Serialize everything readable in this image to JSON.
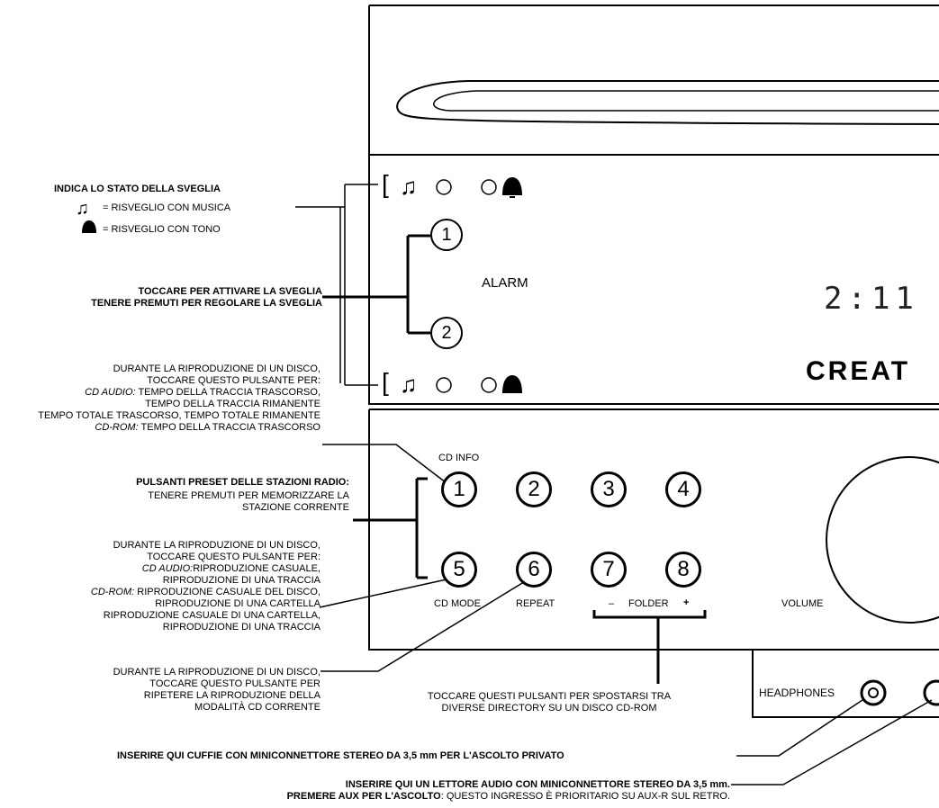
{
  "alarm_status": {
    "title": "INDICA LO STATO DELLA SVEGLIA",
    "music_label": "= RISVEGLIO CON MUSICA",
    "tone_label": "= RISVEGLIO CON TONO"
  },
  "alarm_touch": {
    "line1": "TOCCARE PER ATTIVARE LA SVEGLIA",
    "line2": "TENERE PREMUTI PER REGOLARE LA SVEGLIA"
  },
  "cd_info": {
    "line1": "DURANTE LA RIPRODUZIONE DI UN DISCO,",
    "line2": "TOCCARE QUESTO PULSANTE PER:",
    "line3_prefix": "CD AUDIO:",
    "line3_rest": " TEMPO DELLA TRACCIA TRASCORSO,",
    "line4": "TEMPO DELLA TRACCIA RIMANENTE",
    "line5": "TEMPO TOTALE TRASCORSO, TEMPO TOTALE RIMANENTE",
    "line6_prefix": "CD-ROM:",
    "line6_rest": " TEMPO DELLA TRACCIA TRASCORSO"
  },
  "presets": {
    "title": "PULSANTI PRESET DELLE STAZIONI RADIO:",
    "line2": "TENERE PREMUTI PER MEMORIZZARE LA",
    "line3": "STAZIONE CORRENTE"
  },
  "cd_mode": {
    "line1": "DURANTE LA RIPRODUZIONE DI UN DISCO,",
    "line2": "TOCCARE QUESTO PULSANTE PER:",
    "line3_prefix": "CD AUDIO:",
    "line3_rest": "RIPRODUZIONE CASUALE,",
    "line4": "RIPRODUZIONE DI UNA TRACCIA",
    "line5_prefix": "CD-ROM:",
    "line5_rest": " RIPRODUZIONE CASUALE DEL DISCO,",
    "line6": "RIPRODUZIONE DI UNA CARTELLA",
    "line7": "RIPRODUZIONE CASUALE DI UNA CARTELLA,",
    "line8": "RIPRODUZIONE DI UNA TRACCIA"
  },
  "repeat": {
    "line1": "DURANTE LA RIPRODUZIONE DI UN DISCO,",
    "line2": "TOCCARE QUESTO PULSANTE PER",
    "line3": "RIPETERE LA RIPRODUZIONE DELLA",
    "line4": "MODALITÀ CD CORRENTE"
  },
  "folder": {
    "line1": "TOCCARE QUESTI PULSANTI PER SPOSTARSI TRA",
    "line2": "DIVERSE DIRECTORY SU UN DISCO CD-ROM"
  },
  "headphones_note": "INSERIRE QUI CUFFIE CON MINICONNETTORE STEREO DA 3,5 mm PER L'ASCOLTO PRIVATO",
  "aux_note": {
    "line1": "INSERIRE QUI UN LETTORE AUDIO CON MINICONNETTORE STEREO DA 3,5 mm.",
    "line2_bold": "PREMERE AUX PER L'ASCOLTO",
    "line2_rest": ": QUESTO INGRESSO È PRIORITARIO SU AUX-R SUL RETRO."
  },
  "panel": {
    "alarm_label": "ALARM",
    "alarm_btn1": "1",
    "alarm_btn2": "2",
    "clock": "2:11",
    "brand": "CREAT",
    "cd_info_label": "CD INFO",
    "cd_mode_label": "CD MODE",
    "repeat_label": "REPEAT",
    "folder_minus": "–",
    "folder_label": "FOLDER",
    "folder_plus": "+",
    "volume_label": "VOLUME",
    "headphones_label": "HEADPHONES",
    "preset_buttons": [
      "1",
      "2",
      "3",
      "4",
      "5",
      "6",
      "7",
      "8"
    ]
  }
}
